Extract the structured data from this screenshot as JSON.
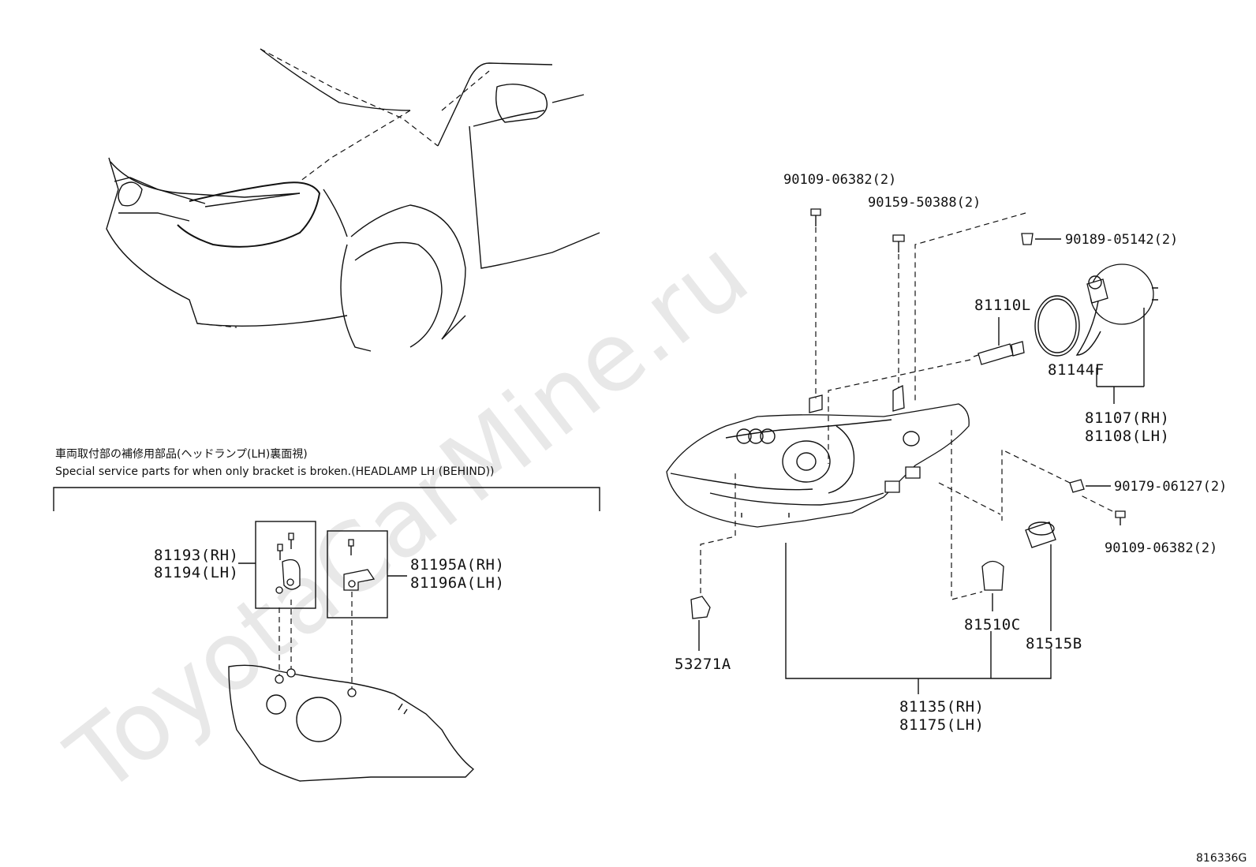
{
  "watermark": "ToyotaCarMine.ru",
  "figure_code": "816336G",
  "service_note": {
    "jp": "車両取付部の補修用部品(ヘッドランプ(LH)裏面視)",
    "en": "Special service parts for when only bracket is broken.(HEADLAMP LH (BEHIND))"
  },
  "parts": {
    "p1": "90109-06382(2)",
    "p2": "90159-50388(2)",
    "p3": "90189-05142(2)",
    "p4": "81110L",
    "p5": "81144F",
    "p6a": "81107(RH)",
    "p6b": "81108(LH)",
    "p7": "90179-06127(2)",
    "p8": "90109-06382(2)",
    "p9": "81510C",
    "p10": "81515B",
    "p11": "53271A",
    "p12a": "81135(RH)",
    "p12b": "81175(LH)",
    "p13a": "81193(RH)",
    "p13b": "81194(LH)",
    "p14a": "81195A(RH)",
    "p14b": "81196A(LH)"
  }
}
